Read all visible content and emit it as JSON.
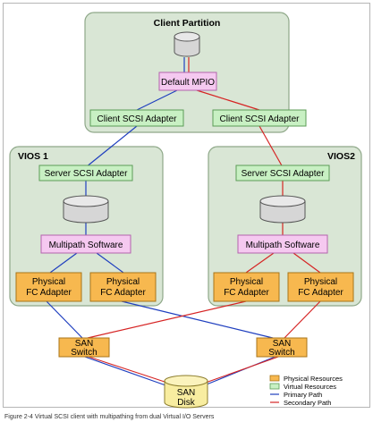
{
  "partitions": {
    "client": "Client Partition",
    "vios1": "VIOS 1",
    "vios2": "VIOS2"
  },
  "client_partition": {
    "mpio_label": "Default MPIO",
    "adapter_left": "Client SCSI Adapter",
    "adapter_right": "Client SCSI Adapter"
  },
  "vios1": {
    "server_adapter": "Server SCSI Adapter",
    "multipath": "Multipath Software",
    "fc_left": [
      "Physical",
      "FC Adapter"
    ],
    "fc_right": [
      "Physical",
      "FC Adapter"
    ]
  },
  "vios2": {
    "server_adapter": "Server SCSI Adapter",
    "multipath": "Multipath Software",
    "fc_left": [
      "Physical",
      "FC Adapter"
    ],
    "fc_right": [
      "Physical",
      "FC Adapter"
    ]
  },
  "san": {
    "switch_left": [
      "SAN",
      "Switch"
    ],
    "switch_right": [
      "SAN",
      "Switch"
    ],
    "disk": [
      "SAN",
      "Disk"
    ]
  },
  "legend": {
    "physical": "Physical Resources",
    "virtual": "Virtual Resources",
    "primary": "Primary Path",
    "secondary": "Secondary Path"
  },
  "colors": {
    "partition_fill": "#d9e6d5",
    "partition_stroke": "#8fa889",
    "virtual_fill": "#c8f0c3",
    "physical_fill": "#f7b84f",
    "mpio_fill": "#f5c9f0",
    "disk_fill": "#d6d6d6",
    "san_disk_fill": "#f8eda0",
    "primary_path": "#1f3fbf",
    "secondary_path": "#d62424"
  },
  "caption": "Figure 2-4  Virtual SCSI client with multipathing from dual Virtual I/O Servers"
}
